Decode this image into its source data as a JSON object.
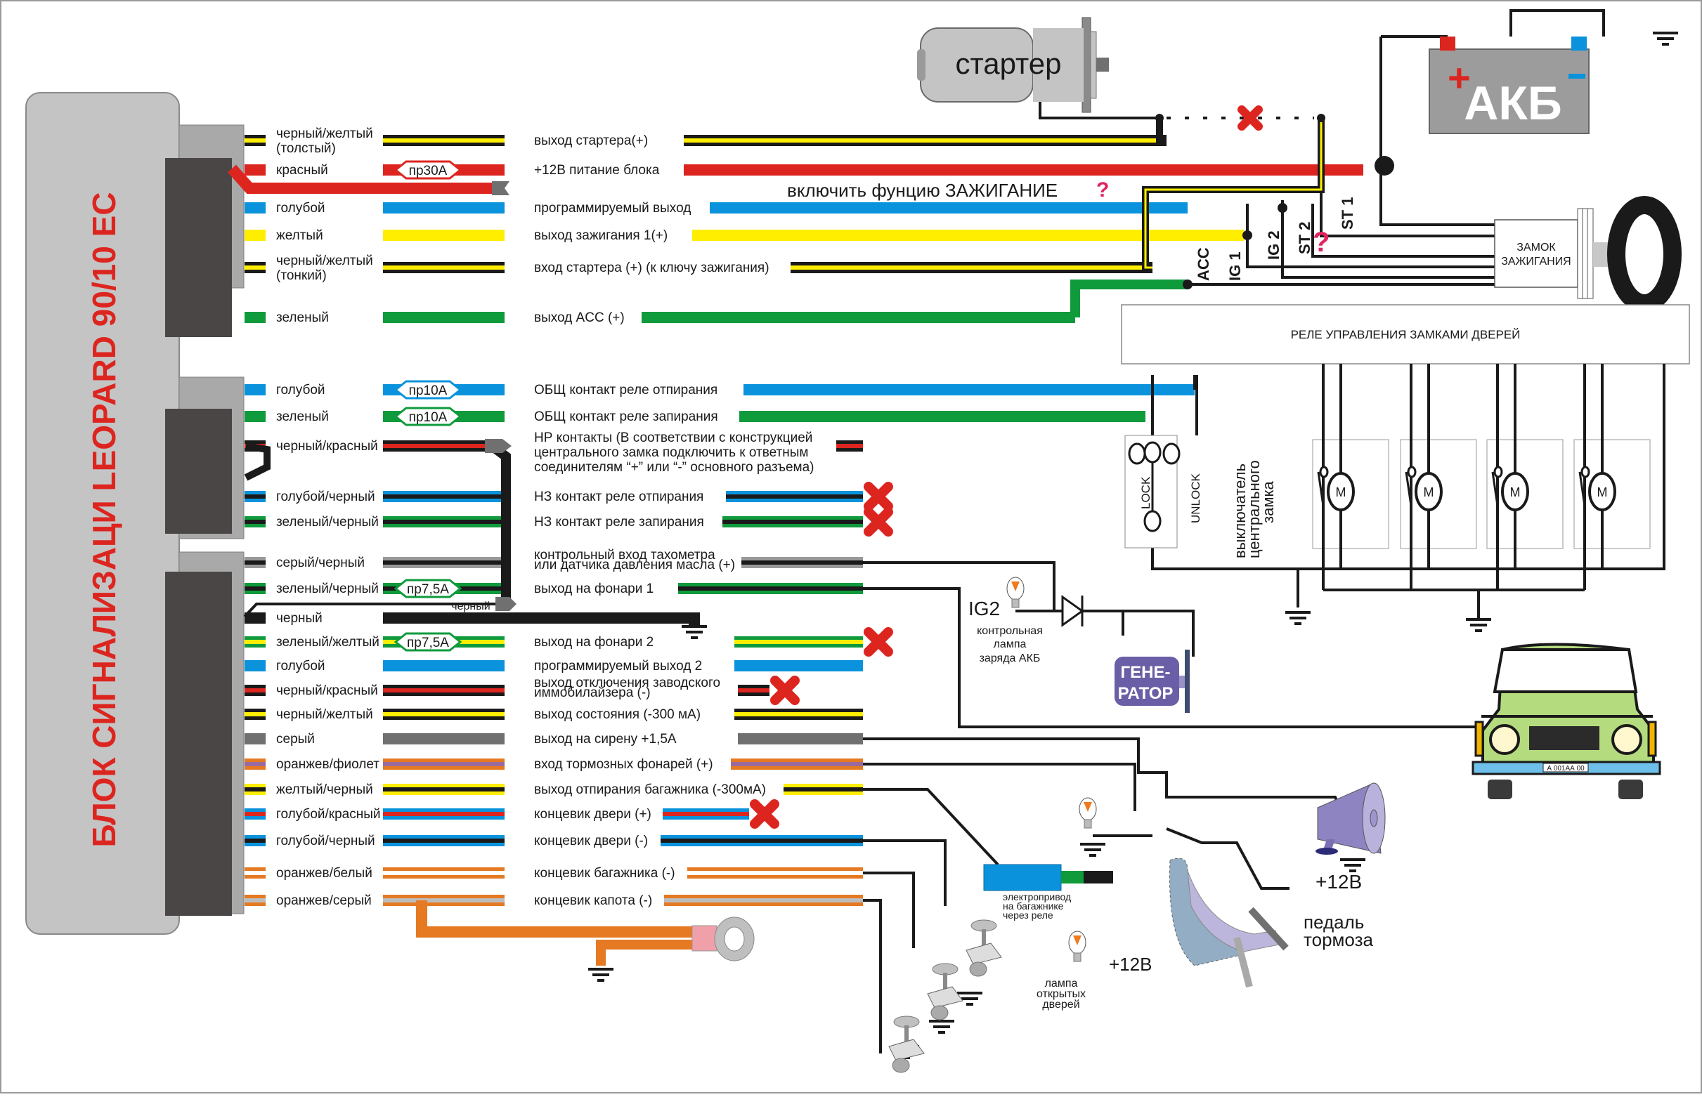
{
  "title": "БЛОК СИГНАЛИЗАЦИ LEOPARD 90/10 EC",
  "colors": {
    "black": "#1a1a1a",
    "yellow": "#ffee00",
    "red": "#dd2520",
    "blue": "#0a93dc",
    "green": "#0f9a3c",
    "gray": "#999999",
    "darkgray": "#707070",
    "orange": "#e57a22",
    "violet": "#9a6a9e",
    "white": "#ffffff",
    "silver": "#bdbdbd",
    "title_red": "#dd2520"
  },
  "wires": [
    {
      "color_label": "черный/желтый",
      "color_label2": "(толстый)",
      "function": "выход стартера(+)",
      "base": "black",
      "stripe": "yellow"
    },
    {
      "color_label": "красный",
      "fuse": "пр30А",
      "function": "+12В питание блока",
      "base": "red",
      "stripe": null
    },
    {
      "color_label": "голубой",
      "function": "программируемый выход",
      "base": "blue",
      "stripe": null
    },
    {
      "color_label": "желтый",
      "function": "выход зажигания 1(+)",
      "base": "yellow",
      "stripe": null
    },
    {
      "color_label": "черный/желтый",
      "color_label2": "(тонкий)",
      "function": "вход стартера (+) (к ключу зажигания)",
      "base": "black",
      "stripe": "yellow"
    },
    {
      "color_label": "зеленый",
      "function": "выход ACC (+)",
      "base": "green",
      "stripe": null
    },
    {
      "color_label": "голубой",
      "fuse": "пр10А",
      "function": "ОБЩ контакт реле отпирания",
      "base": "blue",
      "stripe": null
    },
    {
      "color_label": "зеленый",
      "fuse": "пр10А",
      "function": "ОБЩ контакт реле запирания",
      "base": "green",
      "stripe": null
    },
    {
      "color_label": "черный/красный",
      "function": "НР контакты (В соответствии с конструкцией",
      "function2": "центрального замка подключить к ответным",
      "function3": "соединителям “+” или “-” основного разъема)",
      "base": "black",
      "stripe": "red"
    },
    {
      "color_label": "голубой/черный",
      "function": "НЗ контакт реле отпирания",
      "base": "blue",
      "stripe": "black",
      "crossed": true
    },
    {
      "color_label": "зеленый/черный",
      "function": "НЗ контакт реле запирания",
      "base": "green",
      "stripe": "black",
      "crossed": true
    },
    {
      "color_label": "серый/черный",
      "function": "контрольный вход тахометра",
      "function2": "или датчика давления масла (+)",
      "base": "gray",
      "stripe": "black"
    },
    {
      "color_label": "зеленый/черный",
      "fuse": "пр7,5А",
      "function": "выход на фонари 1",
      "base": "green",
      "stripe": "black"
    },
    {
      "color_label": "черный",
      "function": "",
      "base": "black",
      "stripe": null,
      "branch_label": "черный"
    },
    {
      "color_label": "зеленый/желтый",
      "fuse": "пр7,5А",
      "function": "выход на фонари 2",
      "base": "green",
      "stripe": "yellow",
      "crossed": true
    },
    {
      "color_label": "голубой",
      "function": "программируемый выход 2",
      "base": "blue",
      "stripe": null
    },
    {
      "color_label": "черный/красный",
      "function": "выход отключения заводского",
      "function2": "иммобилайзера (-)",
      "base": "black",
      "stripe": "red",
      "crossed": true
    },
    {
      "color_label": "черный/желтый",
      "function": "выход состояния (-300 мА)",
      "base": "black",
      "stripe": "yellow"
    },
    {
      "color_label": "серый",
      "function": "выход на сирену +1,5А",
      "base": "darkgray",
      "stripe": null
    },
    {
      "color_label": "оранжев/фиолет",
      "function": "вход тормозных фонарей (+)",
      "base": "orange",
      "stripe": "violet"
    },
    {
      "color_label": "желтый/черный",
      "function": "выход отпирания багажника (-300мА)",
      "base": "yellow",
      "stripe": "black"
    },
    {
      "color_label": "голубой/красный",
      "function": "концевик двери (+)",
      "base": "blue",
      "stripe": "red",
      "crossed": true
    },
    {
      "color_label": "голубой/черный",
      "function": "концевик двери (-)",
      "base": "blue",
      "stripe": "black"
    },
    {
      "color_label": "оранжев/белый",
      "function": "концевик багажника (-)",
      "base": "orange",
      "stripe": "white"
    },
    {
      "color_label": "оранжев/серый",
      "function": "концевик капота (-)",
      "base": "orange",
      "stripe": "silver"
    }
  ],
  "components": {
    "starter": "стартер",
    "battery": "АКБ",
    "battery_plus": "+",
    "battery_minus": "−",
    "ignition_note": "включить фунцию ЗАЖИГАНИЕ",
    "question": "?",
    "ignition_lock": [
      "ЗАМОК",
      "ЗАЖИГАНИЯ"
    ],
    "lock_pins": [
      "ACC",
      "IG 1",
      "IG 2",
      "ST 2",
      "ST 1"
    ],
    "door_relay": "РЕЛЕ УПРАВЛЕНИЯ ЗАМКАМИ ДВЕРЕЙ",
    "switch_labels": [
      "LOCK",
      "UNLOCK"
    ],
    "switch_caption": [
      "выключатель",
      "центрального",
      "замка"
    ],
    "motor": "M",
    "ig2": "IG2",
    "charge_lamp": [
      "контрольная",
      "лампа",
      "заряда АКБ"
    ],
    "generator": [
      "ГЕНЕ-",
      "РАТОР"
    ],
    "plate": "А 001АА 00",
    "trunk_actuator": [
      "электропривод",
      "на багажнике",
      "через реле"
    ],
    "door_lamp": [
      "лампа",
      "открытых",
      "дверей"
    ],
    "plus12": "+12В",
    "brake_pedal": [
      "педаль",
      "тормоза"
    ]
  }
}
